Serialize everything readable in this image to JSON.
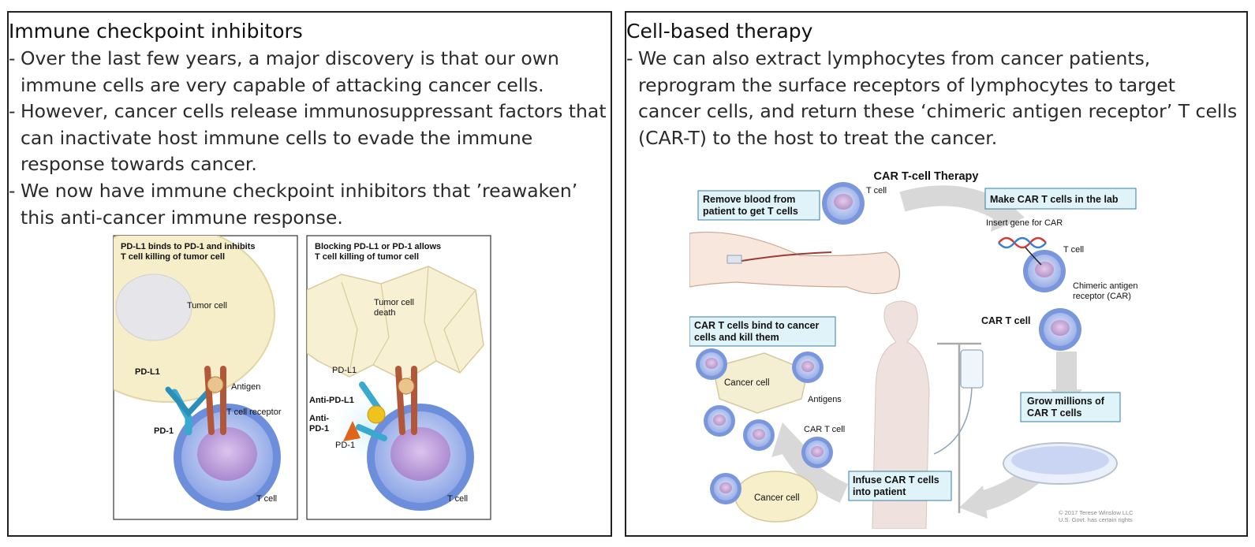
{
  "left_panel": {
    "title": "Immune checkpoint inhibitors",
    "bullets": [
      "Over the last few years, a major discovery is that our own immune cells are very capable of attacking cancer cells.",
      "However, cancer cells release immunosuppressant factors that can inactivate host immune cells to evade the immune response towards cancer.",
      "We now have immune checkpoint inhibitors that ’reawaken’ this anti-cancer immune response."
    ],
    "figure": {
      "left_box": {
        "caption_line1": "PD-L1 binds to PD-1 and inhibits",
        "caption_line2": "T cell killing of tumor cell",
        "tumor_cell": "Tumor cell",
        "pd_l1": "PD-L1",
        "antigen": "Antigen",
        "tcr": "T cell receptor",
        "pd_1": "PD-1",
        "t_cell": "T cell"
      },
      "right_box": {
        "caption_line1": "Blocking PD-L1 or PD-1 allows",
        "caption_line2": "T cell killing of tumor cell",
        "death_line1": "Tumor cell",
        "death_line2": "death",
        "pd_l1": "PD-L1",
        "anti_pd_l1": "Anti-PD-L1",
        "anti_pd_1_line1": "Anti-",
        "anti_pd_1_line2": "PD-1",
        "pd_1": "PD-1",
        "t_cell": "T cell"
      }
    }
  },
  "right_panel": {
    "title": "Cell-based therapy",
    "bullets": [
      "We can also extract lymphocytes from cancer patients, reprogram the surface receptors of lymphocytes to target cancer cells, and return these ‘chimeric antigen receptor’ T cells (CAR-T) to the host to treat the cancer."
    ],
    "figure": {
      "title": "CAR T-cell Therapy",
      "step1_line1": "Remove blood from",
      "step1_line2": "patient to get T cells",
      "t_cell_top": "T cell",
      "step2": "Make CAR T cells in the lab",
      "insert_gene": "Insert gene for CAR",
      "t_cell_mid": "T cell",
      "car_line1": "Chimeric antigen",
      "car_line2": "receptor (CAR)",
      "car_t_cell_bold": "CAR T cell",
      "step3_line1": "Grow millions of",
      "step3_line2": "CAR T cells",
      "step4_line1": "Infuse CAR T cells",
      "step4_line2": "into patient",
      "step5_line1": "CAR T cells bind to cancer",
      "step5_line2": "cells and kill them",
      "cancer_cell_1": "Cancer cell",
      "antigens": "Antigens",
      "car_t_cell_small": "CAR T cell",
      "cancer_cell_2": "Cancer cell",
      "copyright_line1": "© 2017 Terese Winslow LLC",
      "copyright_line2": "U.S. Govt. has certain rights"
    }
  },
  "colors": {
    "border": "#222222",
    "label_box_fill": "#dff3f8",
    "label_box_border": "#3a7fa0",
    "tumor_fill": "#f6efc9",
    "tcell_fill": "#aabfee",
    "tcell_nucleus": "#c6a8dc",
    "arrow_gray": "#d4d4d4",
    "pd1_blue": "#3aa9cf",
    "antigen_brown": "#b2573a",
    "anti_orange": "#e0641c",
    "anti_yellow": "#f0c21e"
  }
}
